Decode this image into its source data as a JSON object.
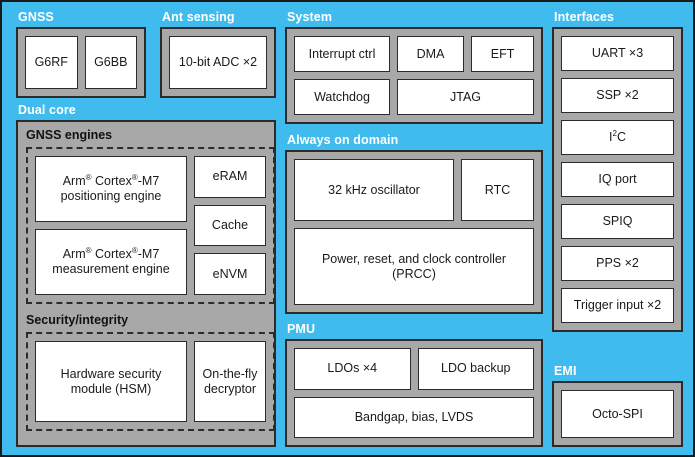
{
  "diagram": {
    "accent_color": "#3fbced",
    "panel_color": "#a8a8a8",
    "block_color": "#ffffff",
    "border_color": "#2b2b2b"
  },
  "sections": {
    "gnss": {
      "title": "GNSS",
      "blocks": [
        "G6RF",
        "G6BB"
      ]
    },
    "ant_sensing": {
      "title": "Ant sensing",
      "blocks": [
        "10-bit ADC ×2"
      ]
    },
    "dual_core": {
      "title": "Dual core",
      "groups": {
        "gnss_engines": {
          "title": "GNSS engines",
          "engines": [
            {
              "line1": "Arm",
              "sup1": "®",
              "line1b": " Cortex",
              "sup2": "®",
              "line1c": "-M7",
              "line2": "positioning engine"
            },
            {
              "line1": "Arm",
              "sup1": "®",
              "line1b": " Cortex",
              "sup2": "®",
              "line1c": "-M7",
              "line2": "measurement engine"
            }
          ],
          "memories": [
            "eRAM",
            "Cache",
            "eNVM"
          ]
        },
        "security_integrity": {
          "title": "Security/integrity",
          "hsm": {
            "line1": "Hardware security",
            "line2": "module (HSM)"
          },
          "decryptor": {
            "line1": "On-the-fly",
            "line2": "decryptor"
          }
        }
      }
    },
    "system": {
      "title": "System",
      "row1": [
        "Interrupt ctrl",
        "DMA",
        "EFT"
      ],
      "row2": [
        "Watchdog",
        "JTAG"
      ]
    },
    "always_on_domain": {
      "title": "Always on domain",
      "row1": [
        "32 kHz oscillator",
        "RTC"
      ],
      "prcc": {
        "line1": "Power, reset, and clock controller",
        "line2": "(PRCC)"
      }
    },
    "pmu": {
      "title": "PMU",
      "row1": [
        "LDOs ×4",
        "LDO backup"
      ],
      "row2": [
        "Bandgap, bias, LVDS"
      ]
    },
    "interfaces": {
      "title": "Interfaces",
      "blocks": [
        {
          "text": "UART ×3"
        },
        {
          "text": "SSP ×2"
        },
        {
          "pre": "I",
          "sup": "2",
          "post": "C"
        },
        {
          "text": "IQ port"
        },
        {
          "text": "SPIQ"
        },
        {
          "text": "PPS ×2"
        },
        {
          "text": "Trigger input ×2"
        }
      ]
    },
    "emi": {
      "title": "EMI",
      "blocks": [
        "Octo-SPI"
      ]
    }
  }
}
